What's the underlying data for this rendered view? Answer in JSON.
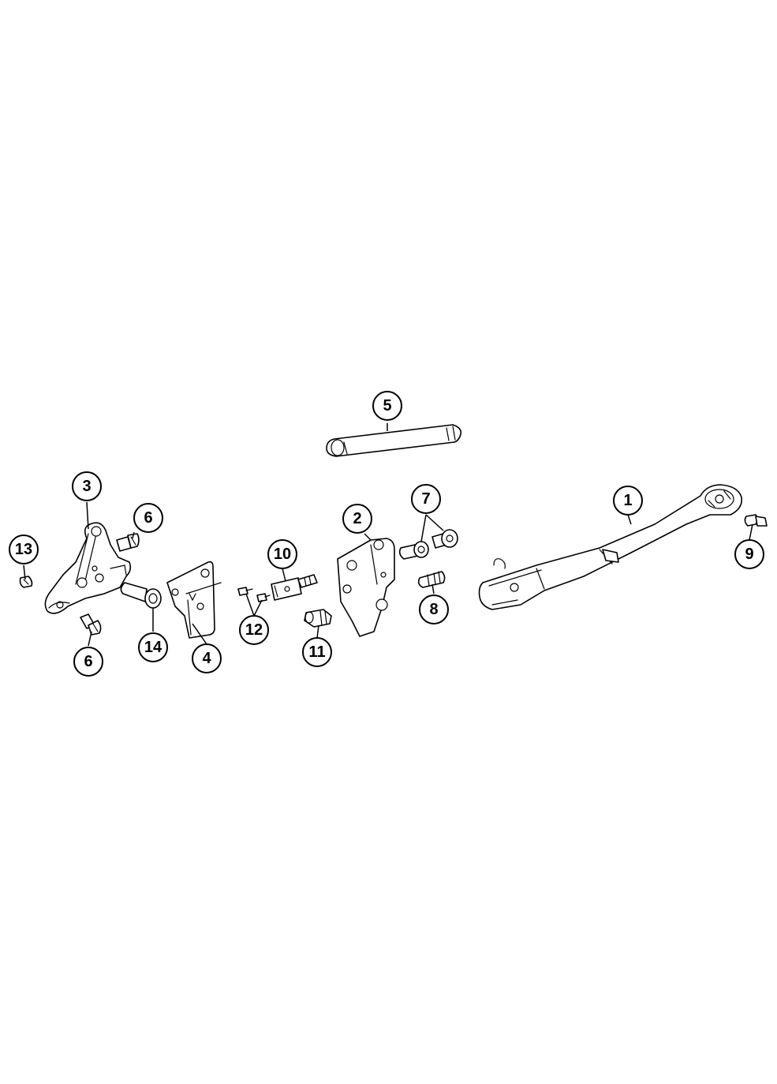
{
  "callouts": {
    "c1": "1",
    "c2": "2",
    "c3": "3",
    "c4": "4",
    "c5": "5",
    "c6a": "6",
    "c6b": "6",
    "c7": "7",
    "c8": "8",
    "c9": "9",
    "c10": "10",
    "c11": "11",
    "c12": "12",
    "c13": "13",
    "c14": "14"
  },
  "style": {
    "line_color": "#000000",
    "background": "#ffffff"
  }
}
